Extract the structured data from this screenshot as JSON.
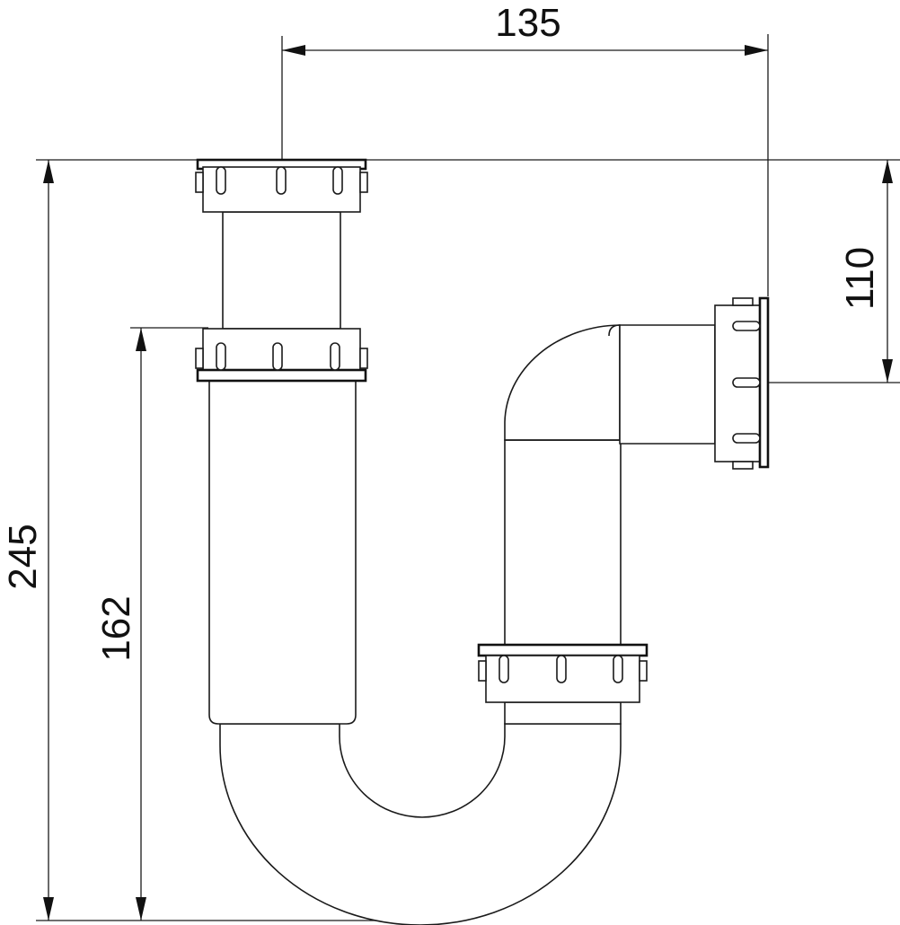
{
  "dimensions": {
    "width_top": "135",
    "outlet_height": "110",
    "overall_height": "245",
    "inlet_height": "162"
  },
  "colors": {
    "line": "#1a1a1a",
    "background": "#ffffff"
  }
}
